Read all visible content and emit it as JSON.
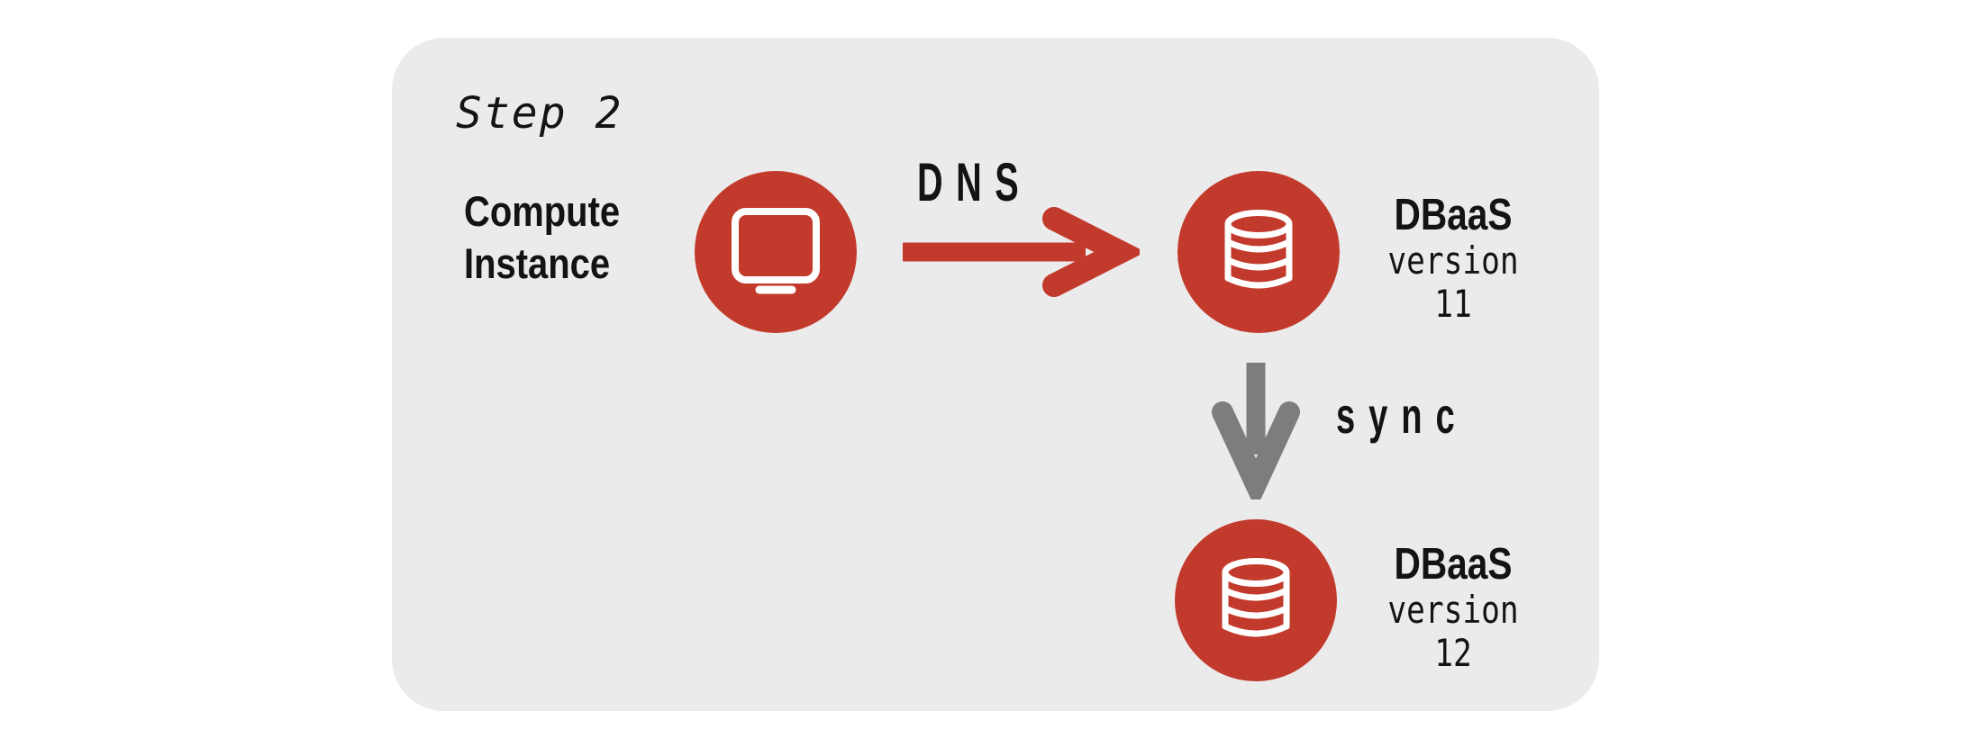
{
  "diagram": {
    "step_label": "Step 2",
    "compute": {
      "label": "Compute\nInstance",
      "icon": "monitor-icon"
    },
    "dns_flow": {
      "label": "DNS",
      "icon": "arrow-right-icon",
      "direction": "right"
    },
    "dbaas_v11": {
      "title": "DBaaS",
      "version": "version 11",
      "icon": "database-icon"
    },
    "sync_flow": {
      "label": "sync",
      "icon": "arrow-down-icon",
      "direction": "down"
    },
    "dbaas_v12": {
      "title": "DBaaS",
      "version": "version 12",
      "icon": "database-icon"
    }
  },
  "colors": {
    "accent_red": "#C23A2B",
    "arrow_gray": "#7D7D7D",
    "panel_bg": "#EBEBEB",
    "text": "#131313",
    "icon_stroke": "#FFFFFF",
    "page_bg": "#FFFFFF"
  }
}
